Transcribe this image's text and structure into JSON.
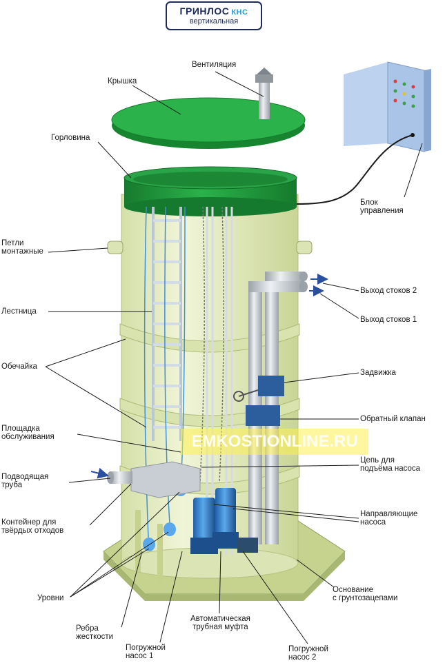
{
  "header": {
    "brand": "ГРИНЛОС",
    "model": "КНС",
    "subtitle": "вертикальная"
  },
  "labels": {
    "ventilation": "Вентиляция",
    "lid": "Крышка",
    "neck": "Горловина",
    "control_unit": "Блок\nуправления",
    "mounting_loops": "Петли\nмонтажные",
    "ladder": "Лестница",
    "outlet_2": "Выход стоков 2",
    "outlet_1": "Выход стоков 1",
    "shell": "Обечайка",
    "gate_valve": "Задвижка",
    "service_platform": "Площадка\nобслуживания",
    "check_valve": "Обратный клапан",
    "lifting_chain": "Цепь для\nподъёма насоса",
    "inlet_pipe": "Подводящая\nтруба",
    "solids_container": "Контейнер для\nтвёрдых отходов",
    "pump_guides": "Направляющие\nнасоса",
    "levels": "Уровни",
    "base": "Основание\nс грунтозацепами",
    "ribs": "Ребра\nжесткости",
    "coupling": "Автоматическая\nтрубная муфта",
    "pump_1": "Погружной\nнасос 1",
    "pump_2": "Погружной\nнасос 2"
  },
  "watermark": "EMKOSTIONLINE.RU",
  "colors": {
    "green": "#1f9a3c",
    "green_dark": "#167a2e",
    "tank": "#e9efc8",
    "tank_shade": "#cdd9a0",
    "pump_blue": "#3f8fd8",
    "pipe": "#c9ced4",
    "cabinet": "#a9c4e6",
    "navy": "#1e2a5a",
    "arrow": "#2a4f9e"
  }
}
